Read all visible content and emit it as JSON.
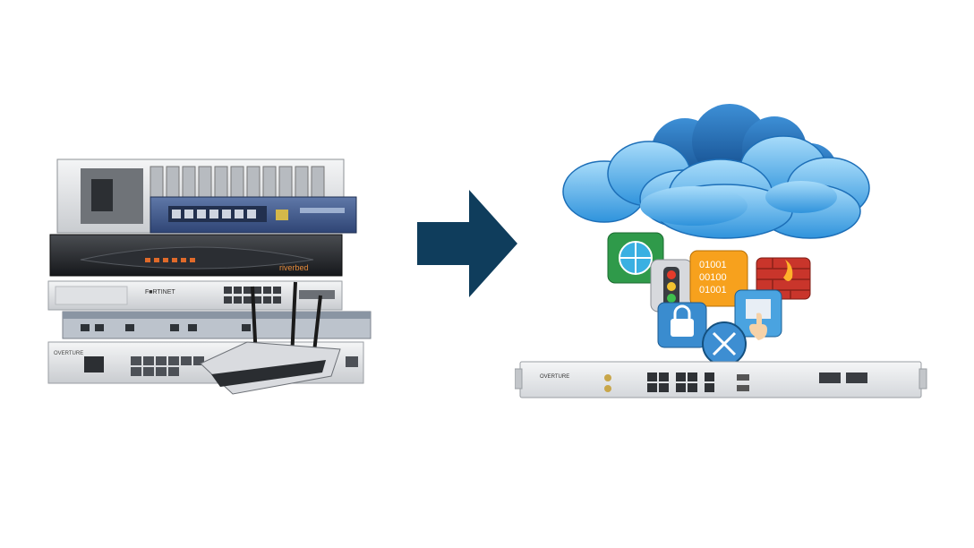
{
  "left_devices": {
    "brand_fortinet": "F■RTINET",
    "brand_riverbed": "riverbed",
    "brand_overture": "OVERTURE"
  },
  "right_device": {
    "brand_overture": "OVERTURE"
  },
  "app_icons": {
    "binary_line1": "01001",
    "binary_line2": "00100",
    "binary_line3": "01001"
  },
  "colors": {
    "arrow": "#0f3d5c",
    "cloud_light": "#4fb4ee",
    "cloud_dark": "#1d6fb8",
    "chassis": "#e9eaec"
  },
  "icons": [
    "arrow-right-icon",
    "cloud-icon",
    "globe-icon",
    "traffic-light-icon",
    "firewall-icon",
    "lock-icon",
    "router-icon",
    "hand-icon",
    "server-icon"
  ]
}
